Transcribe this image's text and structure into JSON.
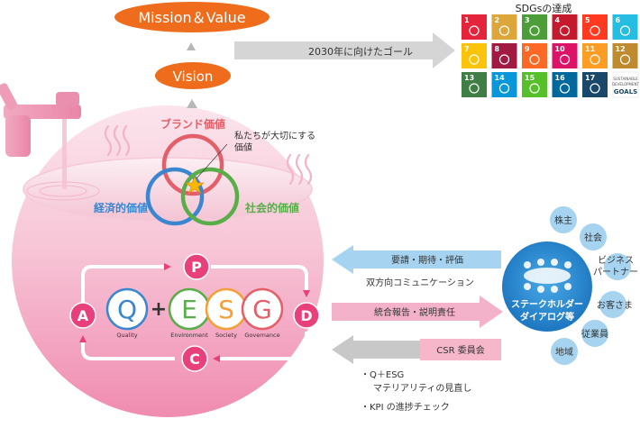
{
  "header": {
    "mission_value": "Mission＆Value",
    "vision": "Vision",
    "goal_2030": "2030年に向けたゴール",
    "sdgs_title": "SDGsの達成"
  },
  "values": {
    "brand": "ブランド価値",
    "economic": "経済的価値",
    "social": "社会的価値",
    "important_line1": "私たちが大切にする",
    "important_line2": "価値"
  },
  "cycle": {
    "p": "P",
    "d": "D",
    "c": "C",
    "a": "A",
    "q": "Q",
    "plus": "+",
    "e": "E",
    "s": "S",
    "g": "G",
    "q_label": "Quality",
    "e_label": "Environment",
    "s_label": "Society",
    "g_label": "Governance"
  },
  "flows": {
    "requests": "要請・期待・評価",
    "two_way": "双方向コミュニケーション",
    "report": "統合報告・説明責任",
    "csr": "CSR 委員会",
    "bullet1_line1": "・Q＋ESG",
    "bullet1_line2": "マテリアリティの見直し",
    "bullet2": "・KPI の進捗チェック"
  },
  "stakeholders": {
    "center_line1": "ステークホルダー",
    "center_line2": "ダイアログ等",
    "shareholders": "株主",
    "society": "社会",
    "business_line1": "ビジネス",
    "business_line2": "パートナー",
    "customers": "お客さま",
    "employees": "従業員",
    "region": "地域"
  },
  "sdg_goals": [
    {
      "n": "1",
      "color": "#E5243B"
    },
    {
      "n": "2",
      "color": "#DDA63A"
    },
    {
      "n": "3",
      "color": "#4C9F38"
    },
    {
      "n": "4",
      "color": "#C5192D"
    },
    {
      "n": "5",
      "color": "#FF3A21"
    },
    {
      "n": "6",
      "color": "#26BDE2"
    },
    {
      "n": "7",
      "color": "#FCC30B"
    },
    {
      "n": "8",
      "color": "#A21942"
    },
    {
      "n": "9",
      "color": "#FD6925"
    },
    {
      "n": "10",
      "color": "#DD1367"
    },
    {
      "n": "11",
      "color": "#FD9D24"
    },
    {
      "n": "12",
      "color": "#BF8B2E"
    },
    {
      "n": "13",
      "color": "#3F7E44"
    },
    {
      "n": "14",
      "color": "#0A97D9"
    },
    {
      "n": "15",
      "color": "#56C02B"
    },
    {
      "n": "16",
      "color": "#00689D"
    },
    {
      "n": "17",
      "color": "#19486A"
    }
  ],
  "sdg_logo": {
    "line1": "SUSTAINABLE",
    "line2": "DEVELOPMENT",
    "line3": "GOALS"
  },
  "colors": {
    "orange": "#EE6C1B",
    "brand_red": "#E35F6A",
    "economic_blue": "#3B87CF",
    "social_green": "#5AAE4A",
    "cycle_pink": "#E8407A",
    "arrow_blue": "#A6D3F0",
    "arrow_pink": "#F3B2C9",
    "arrow_gray": "#C8C8C8",
    "stakeholder_blue": "#2A8FD6"
  }
}
